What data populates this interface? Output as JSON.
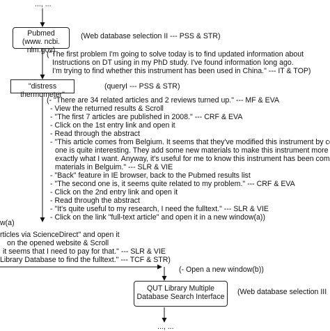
{
  "top": {
    "dots": "..., ..."
  },
  "pubmed": {
    "line1": "Pubmed",
    "line2": "(www. ncbi. nlm.gov)",
    "selection": "(Web database selection II  --- PSS & STR)"
  },
  "quote1": [
    "(\"The first problem I'm going to solve today is to find updated information about",
    "Instructions on DT using in my PhD study. I've found information long ago.",
    "I'm trying to find whether this instrument has been used in China.\" --- IT & TOP)"
  ],
  "query": {
    "term": "\"distress thermometer\"",
    "label": "(queryⅠ --- PSS & STR)"
  },
  "actions": [
    "(- \"There are 34 related articles and 2 reviews turned up.\" --- MF & EVA",
    "- View the returned results & Scroll",
    "- \"The first 7 articles are published in 2008.\" --- CRF & EVA",
    "- Click on the 1st entry link and open it",
    "- Read through the abstract",
    "- \"This article comes from Belgium. It seems that they've modified this instrument by co",
    "one is quite interesting. They add some new materials to make this instrument more c",
    "exactly what I want. Anyway, it's useful for me to know this instrument has been comb",
    "materials in Belguim.\" --- SLR & VIE",
    "- \"Back\" feature in IE browser, back to the Pubmed results list",
    "- \"The second one is, it seems quite related to my problem.\" --- CRF & EVA",
    "- Click on the 2nd entry link and open it",
    "- Read through the abstract",
    "- \"It's quite useful to my research, I need the fulltext.\" --- SLR & VIE",
    "- Click on the link \"full-text article\" and open it in a new window(a))"
  ],
  "left_fragments": [
    "w(a)",
    "rticles via ScienceDirect\" and open it",
    "on the opened website & Scroll",
    "it seems that I need to pay for that.\" --- SLR & VIE",
    "Library Database to find the fulltext.\" --- TCF & STR)"
  ],
  "new_window": "(- Open a new window(b))",
  "qut": {
    "line1": "QUT Library Multiple",
    "line2": "Database Search Interface",
    "selection": "(Web database selection III"
  },
  "bottom": {
    "dots": "..., ..."
  }
}
